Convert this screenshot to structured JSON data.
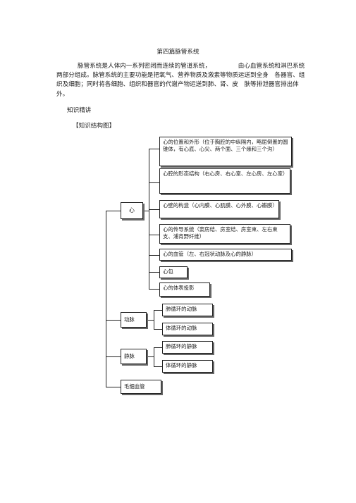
{
  "document": {
    "title": "第四篇脉管系统",
    "intro_lines": [
      "脉管系统是人体内一系列密闭而连续的管道系统，　　　　　由心血管系统和淋巴系统",
      "两部分组成。脉管系统的主要功能是把氧气、营养物质及激素等物质运送到全身　各器官、组",
      "织及细胞；同时将各细胞、组织和器官的代谢产物运送到肺、肾、皮　肤等排泄器官排出体",
      "外。"
    ],
    "section_heading": "知识精讲",
    "subheading": "【知识结构图】"
  },
  "diagram": {
    "heart": {
      "label": "心",
      "children": [
        "心的位置和外形（位于胸腔的中纵隔内，略屈倒置的圆锥体，有心底、心尖、两个面、三个缘和三个沟）",
        "心腔的形态结构（右心房、右心室、左心房、左心室）",
        "心壁的构造（心内膜、心肌膜、心外膜、心瓣膜）",
        "心的传导系统（窦房结、房室结、房室束、左右束支、浦肯野纤维）",
        "心的血管（左、右冠状动脉及心的静脉）",
        "心包",
        "心的体表投影"
      ]
    },
    "artery": {
      "label": "动脉",
      "children": [
        "肺循环的动脉",
        "体循环的动脉"
      ]
    },
    "vein": {
      "label": "静脉",
      "children": [
        "肺循环的静脉",
        "体循环的静脉"
      ]
    },
    "capillary": {
      "label": "毛细血管"
    }
  }
}
